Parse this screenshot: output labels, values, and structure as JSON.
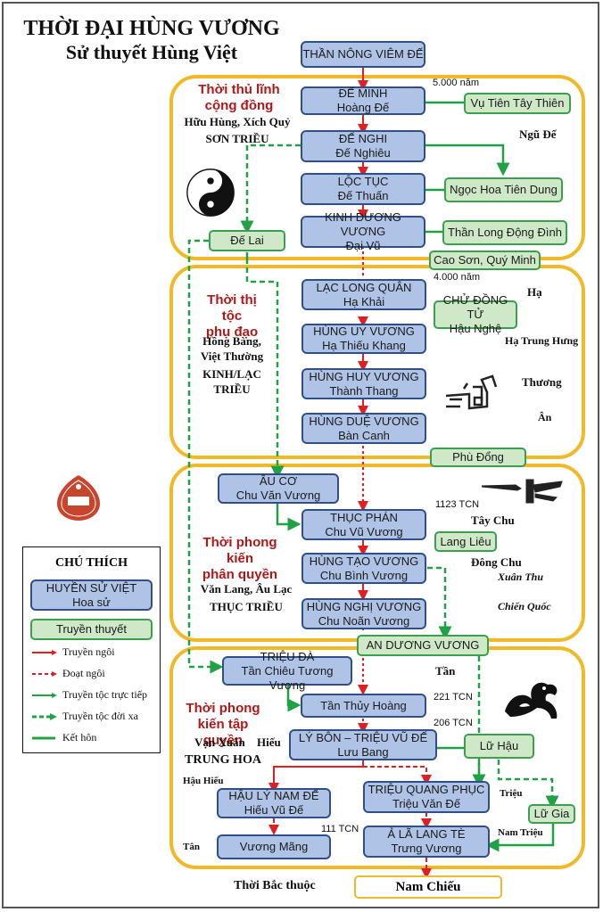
{
  "title": {
    "line1": "THỜI ĐẠI HÙNG VƯƠNG",
    "line2": "Sử thuyết Hùng Việt"
  },
  "colors": {
    "era_border": "#f2b926",
    "viet_box": "#afc3e6",
    "legend_box": "#cfe9c8",
    "succession": "#e02020",
    "lineage": "#22a045",
    "era_title": "#b01818"
  },
  "top_node": "THẦN NÔNG VIÊM ĐẾ",
  "eras": [
    {
      "title_line1": "Thời thủ lĩnh",
      "title_line2": "cộng đồng",
      "subtitle_line1": "Hữu Hùng, Xích Quỷ",
      "subtitle_line2": "SƠN TRIỀU",
      "time_label": "5.000 năm",
      "chinese_label": "Ngũ Đế",
      "nodes": [
        {
          "line1": "ĐẾ MINH",
          "line2": "Hoàng Đế"
        },
        {
          "line1": "ĐẾ NGHI",
          "line2": "Đế Nghiêu"
        },
        {
          "line1": "LỘC TỤC",
          "line2": "Đế Thuấn"
        },
        {
          "line1": "KINH DƯƠNG VƯƠNG",
          "line2": "Đại Vũ"
        }
      ],
      "legends": [
        "Vụ Tiên Tây Thiên",
        "Ngọc Hoa Tiên Dung",
        "Thần Long Động Đình",
        "Đế Lai"
      ]
    },
    {
      "title_line1": "Thời thị tộc",
      "title_line2": "phụ đạo",
      "subtitle_line1": "Hồng Bàng,",
      "subtitle_line2": "Việt Thường",
      "subtitle_line3": "KINH/LẠC",
      "subtitle_line4": "TRIỀU",
      "time_label": "4.000 năm",
      "chinese_labels": [
        "Hạ",
        "Hạ Trung Hưng",
        "Thương",
        "Ân"
      ],
      "nodes": [
        {
          "line1": "LẠC LONG QUÂN",
          "line2": "Hạ Khải"
        },
        {
          "line1": "HÙNG UY VƯƠNG",
          "line2": "Hạ Thiếu Khang"
        },
        {
          "line1": "HÙNG HUY VƯƠNG",
          "line2": "Thành Thang"
        },
        {
          "line1": "HÙNG DUỆ VƯƠNG",
          "line2": "Bàn Canh"
        }
      ],
      "legends": [
        {
          "line1": "CHỬ ĐỒNG TỬ",
          "line2": "Hậu Nghệ"
        }
      ],
      "boundary_top": "Cao Sơn, Quý Minh",
      "boundary_bottom": "Phù Đổng"
    },
    {
      "title_line1": "Thời phong kiến",
      "title_line2": "phân quyền",
      "subtitle_line1": "Văn Lang, Âu Lạc",
      "subtitle_line2": "THỤC TRIỀU",
      "time_label": "1123 TCN",
      "chinese_labels": [
        "Tây Chu",
        "Đông Chu",
        "Xuân Thu",
        "Chiến Quốc"
      ],
      "nodes": [
        {
          "line1": "ÂU CƠ",
          "line2": "Chu Văn Vương"
        },
        {
          "line1": "THỤC PHÁN",
          "line2": "Chu Vũ Vương"
        },
        {
          "line1": "HÙNG TẠO VƯƠNG",
          "line2": "Chu Bình Vương"
        },
        {
          "line1": "HÙNG NGHỊ VƯƠNG",
          "line2": "Chu Noãn Vương"
        }
      ],
      "legends": [
        "Lang Liêu"
      ],
      "boundary_bottom": "AN DƯƠNG VƯƠNG"
    },
    {
      "title_line1": "Thời phong",
      "title_line2": "kiến tập quyền",
      "subtitle_line1": "Vạn Xuân",
      "subtitle_hieu": "Hiếu",
      "subtitle_line2": "TRUNG HOA",
      "side_labels": {
        "hau_hieu": "Hậu Hiếu",
        "tan_left": "Tân",
        "tan": "Tần",
        "trieu": "Triệu",
        "nam_trieu": "Nam Triệu"
      },
      "time_labels": [
        "221 TCN",
        "206 TCN",
        "111 TCN"
      ],
      "nodes": [
        {
          "line1": "TRIỆU ĐÀ",
          "line2": "Tần Chiêu Tương Vương"
        },
        {
          "line1": "Tần Thủy Hoàng",
          "line2": ""
        },
        {
          "line1": "LÝ BÔN – TRIỆU VŨ ĐẾ",
          "line2": "Lưu Bang"
        },
        {
          "line1": "HẬU LÝ NAM ĐẾ",
          "line2": "Hiếu Vũ Đế"
        },
        {
          "line1": "TRIỆU QUANG PHỤC",
          "line2": "Triệu Văn Đế"
        },
        {
          "line1": "Vương Mãng",
          "line2": ""
        },
        {
          "line1": "Ả LÃ LANG TÈ",
          "line2": "Trưng Vương"
        }
      ],
      "legends": [
        "Lữ Hậu",
        "Lữ Gia"
      ]
    }
  ],
  "footer": {
    "label": "Thời Bắc thuộc",
    "node": "Nam Chiếu"
  },
  "legend": {
    "title": "CHÚ THÍCH",
    "viet_line1": "HUYỀN SỬ VIỆT",
    "viet_line2": "Hoa sử",
    "myth": "Truyền thuyết",
    "items": [
      "Truyền ngôi",
      "Đoạt ngôi",
      "Truyền tộc trực tiếp",
      "Truyền tộc đời xa",
      "Kết hôn"
    ]
  },
  "icons": {
    "yinyang": "yin-yang-icon",
    "badge": "den-mieu-viet-badge",
    "dragon": "bronze-dragon-art",
    "bird": "bronze-bird-art",
    "tiger": "bronze-tiger-art"
  }
}
